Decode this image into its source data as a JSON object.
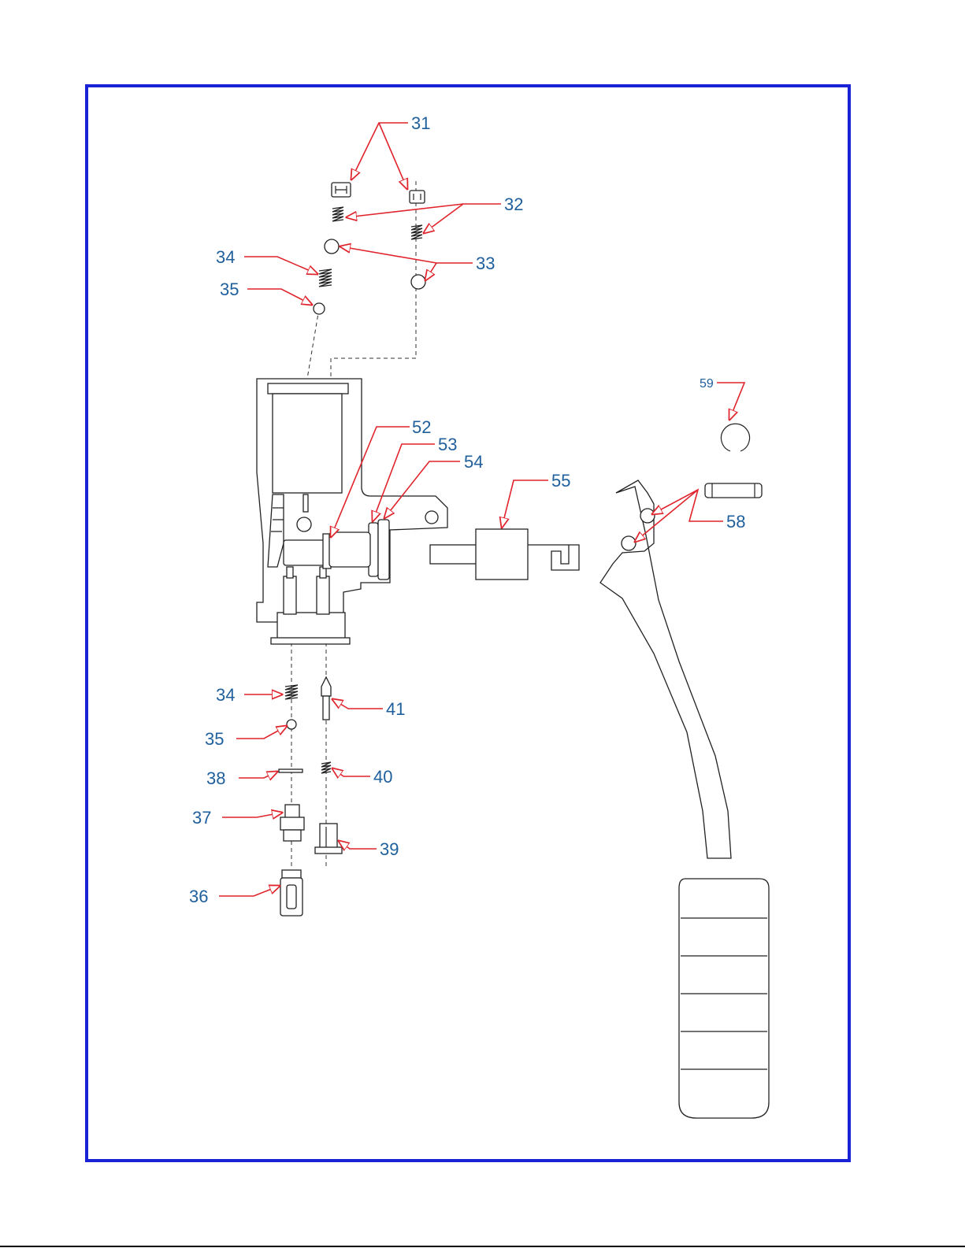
{
  "callouts": {
    "p31": "31",
    "p32": "32",
    "p33": "33",
    "p34_top": "34",
    "p35_top": "35",
    "p52": "52",
    "p53": "53",
    "p54": "54",
    "p55": "55",
    "p58": "58",
    "p59": "59",
    "p34_bottom": "34",
    "p35_bottom": "35",
    "p38": "38",
    "p37": "37",
    "p36": "36",
    "p41": "41",
    "p40": "40",
    "p39": "39"
  },
  "colors": {
    "frame": "#1a22d6",
    "leader": "#e0242c",
    "label": "#1f5f9c",
    "linework": "#222222"
  }
}
